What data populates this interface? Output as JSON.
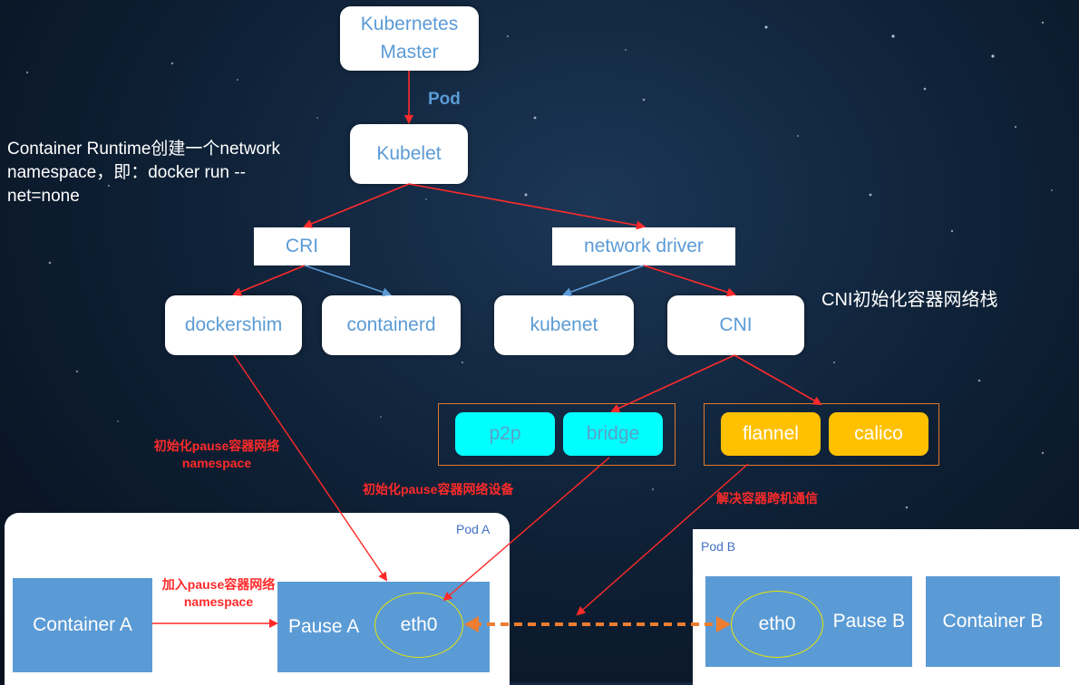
{
  "nodes": {
    "master": "Kubernetes Master",
    "kubelet": "Kubelet",
    "cri": "CRI",
    "network_driver": "network driver",
    "dockershim": "dockershim",
    "containerd": "containerd",
    "kubenet": "kubenet",
    "cni": "CNI",
    "p2p": "p2p",
    "bridge": "bridge",
    "flannel": "flannel",
    "calico": "calico"
  },
  "edge_labels": {
    "pod": "Pod"
  },
  "notes": {
    "runtime": "Container Runtime创建一个network namespace，即：docker run --net=none",
    "cni_init": "CNI初始化容器网络栈",
    "init_ns": "初始化pause容器网络namespace",
    "init_device": "初始化pause容器网络设备",
    "cross_host": "解决容器跨机通信",
    "join_ns": "加入pause容器网络namespace"
  },
  "pods": {
    "a": {
      "title": "Pod A",
      "container": "Container A",
      "pause": "Pause A",
      "eth": "eth0"
    },
    "b": {
      "title": "Pod B",
      "container": "Container B",
      "pause": "Pause B",
      "eth": "eth0"
    }
  },
  "colors": {
    "node_text": "#5b9bd5",
    "arrow_red": "#ff2a2a",
    "arrow_blue": "#5b9bd5",
    "link_orange": "#ed7d31",
    "cyan_chip": "#00ffff",
    "gold_chip": "#ffc000",
    "block_blue": "#5b9bd5"
  }
}
